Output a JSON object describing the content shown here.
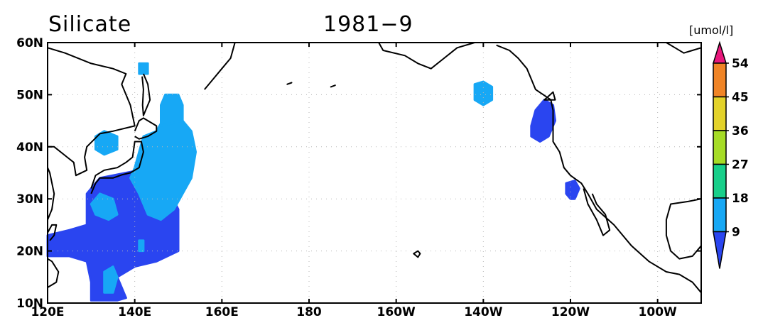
{
  "title": {
    "variable": "Silicate",
    "date": "1981−9"
  },
  "map": {
    "lon_range": [
      120,
      270
    ],
    "lat_range": [
      10,
      60
    ],
    "x_ticks": [
      {
        "value": 120,
        "label": "120E"
      },
      {
        "value": 140,
        "label": "140E"
      },
      {
        "value": 160,
        "label": "160E"
      },
      {
        "value": 180,
        "label": "180"
      },
      {
        "value": 200,
        "label": "160W"
      },
      {
        "value": 220,
        "label": "140W"
      },
      {
        "value": 240,
        "label": "120W"
      },
      {
        "value": 260,
        "label": "100W"
      }
    ],
    "y_ticks": [
      {
        "value": 10,
        "label": "10N"
      },
      {
        "value": 20,
        "label": "20N"
      },
      {
        "value": 30,
        "label": "30N"
      },
      {
        "value": 40,
        "label": "40N"
      },
      {
        "value": 50,
        "label": "50N"
      },
      {
        "value": 60,
        "label": "60N"
      }
    ],
    "grid": "dotted"
  },
  "colorbar": {
    "unit": "[umol/l]",
    "levels": [
      9,
      18,
      27,
      36,
      45,
      54
    ],
    "colors": [
      "#2a45f0",
      "#17a8f5",
      "#18cf8a",
      "#a6dc26",
      "#e3d22a",
      "#f08426",
      "#e8187c"
    ],
    "labels": [
      "9",
      "18",
      "27",
      "36",
      "45",
      "54"
    ]
  },
  "fields": [
    {
      "name": "dark-blue-west",
      "color": "#2a45f0",
      "points": [
        [
          132,
          34
        ],
        [
          138,
          35
        ],
        [
          144,
          36
        ],
        [
          147,
          33
        ],
        [
          150,
          28
        ],
        [
          150,
          20
        ],
        [
          145,
          18
        ],
        [
          140,
          17
        ],
        [
          136,
          15
        ],
        [
          138,
          11
        ],
        [
          136,
          10.5
        ],
        [
          130,
          10.5
        ],
        [
          130,
          14
        ],
        [
          129,
          18
        ],
        [
          125,
          19
        ],
        [
          120,
          19
        ],
        [
          120,
          23
        ],
        [
          125,
          24
        ],
        [
          129,
          25
        ],
        [
          129,
          31
        ]
      ]
    },
    {
      "name": "light-blue-japan",
      "color": "#17a8f5",
      "points": [
        [
          140,
          36
        ],
        [
          141,
          39
        ],
        [
          142,
          42
        ],
        [
          145,
          43
        ],
        [
          147,
          46
        ],
        [
          149,
          47
        ],
        [
          151,
          45
        ],
        [
          153,
          43
        ],
        [
          154,
          39
        ],
        [
          153,
          34
        ],
        [
          151,
          31
        ],
        [
          149,
          28
        ],
        [
          146,
          26
        ],
        [
          143,
          27
        ],
        [
          141,
          31
        ],
        [
          139,
          34
        ]
      ]
    },
    {
      "name": "light-blue-okhotsk",
      "color": "#17a8f5",
      "points": [
        [
          146,
          44
        ],
        [
          146,
          48
        ],
        [
          147,
          50
        ],
        [
          150,
          50
        ],
        [
          151,
          48
        ],
        [
          151,
          45
        ]
      ]
    },
    {
      "name": "light-blue-sakhalin",
      "color": "#17a8f5",
      "points": [
        [
          141,
          54
        ],
        [
          141,
          56
        ],
        [
          143,
          56
        ],
        [
          143,
          54
        ]
      ]
    },
    {
      "name": "light-blue-japan-sea",
      "color": "#17a8f5",
      "points": [
        [
          131,
          39.5
        ],
        [
          131,
          42
        ],
        [
          133,
          43
        ],
        [
          136,
          42
        ],
        [
          136,
          39.5
        ],
        [
          133,
          38.5
        ]
      ]
    },
    {
      "name": "light-blue-blob-1",
      "color": "#17a8f5",
      "points": [
        [
          130,
          29
        ],
        [
          131,
          27
        ],
        [
          134,
          26
        ],
        [
          136,
          27
        ],
        [
          135,
          30
        ],
        [
          132,
          31
        ]
      ]
    },
    {
      "name": "light-blue-blob-2",
      "color": "#17a8f5",
      "points": [
        [
          133,
          12
        ],
        [
          133,
          16
        ],
        [
          135,
          17
        ],
        [
          136,
          15
        ],
        [
          135,
          12
        ]
      ]
    },
    {
      "name": "light-blue-blob-3",
      "color": "#17a8f5",
      "points": [
        [
          141,
          20
        ],
        [
          141,
          22
        ],
        [
          142,
          22
        ],
        [
          142,
          20
        ]
      ]
    },
    {
      "name": "light-blue-gulf-alaska",
      "color": "#17a8f5",
      "points": [
        [
          218,
          49
        ],
        [
          218,
          52
        ],
        [
          220,
          52.5
        ],
        [
          222,
          51.5
        ],
        [
          222,
          49
        ],
        [
          220,
          48
        ]
      ]
    },
    {
      "name": "dark-blue-oregon",
      "color": "#2a45f0",
      "points": [
        [
          231,
          44
        ],
        [
          232,
          47
        ],
        [
          234,
          49
        ],
        [
          236,
          48
        ],
        [
          236.5,
          45
        ],
        [
          235,
          42
        ],
        [
          233,
          41
        ],
        [
          231,
          42
        ]
      ]
    },
    {
      "name": "dark-blue-california",
      "color": "#2a45f0",
      "points": [
        [
          239,
          31
        ],
        [
          239,
          33
        ],
        [
          241,
          33.5
        ],
        [
          242,
          32
        ],
        [
          241,
          30
        ],
        [
          240,
          30
        ]
      ]
    }
  ],
  "coastlines": [
    {
      "name": "asia",
      "points": [
        [
          120,
          59
        ],
        [
          124,
          58
        ],
        [
          130,
          56
        ],
        [
          135,
          55
        ],
        [
          138,
          54
        ],
        [
          137,
          52
        ],
        [
          139,
          48
        ],
        [
          140,
          44
        ],
        [
          135,
          43
        ],
        [
          132,
          42.5
        ],
        [
          129,
          40
        ],
        [
          128.5,
          38
        ],
        [
          129,
          35.5
        ],
        [
          126.5,
          34.5
        ],
        [
          126,
          37
        ],
        [
          124.5,
          38
        ],
        [
          121.5,
          40
        ],
        [
          120,
          40
        ]
      ]
    },
    {
      "name": "china-coast",
      "points": [
        [
          120,
          36
        ],
        [
          120.5,
          35
        ],
        [
          121.5,
          31
        ],
        [
          121,
          28
        ],
        [
          120,
          26
        ],
        [
          120,
          23
        ]
      ]
    },
    {
      "name": "kamchatka",
      "points": [
        [
          156,
          51
        ],
        [
          158,
          53
        ],
        [
          160,
          55
        ],
        [
          162,
          57
        ],
        [
          163,
          60
        ]
      ]
    },
    {
      "name": "honshu",
      "points": [
        [
          130,
          31
        ],
        [
          131,
          33
        ],
        [
          132,
          34
        ],
        [
          135,
          34
        ],
        [
          137,
          34.6
        ],
        [
          139,
          35
        ],
        [
          141,
          36
        ],
        [
          142,
          39
        ],
        [
          141.5,
          41
        ],
        [
          140,
          41
        ],
        [
          139.5,
          38
        ],
        [
          138,
          37
        ],
        [
          136,
          36
        ],
        [
          133,
          35.5
        ],
        [
          131,
          34.5
        ],
        [
          130,
          32
        ]
      ]
    },
    {
      "name": "hokkaido",
      "points": [
        [
          140,
          42
        ],
        [
          141,
          41.5
        ],
        [
          143,
          42
        ],
        [
          145,
          43
        ],
        [
          145,
          44
        ],
        [
          142,
          45.5
        ],
        [
          141,
          45
        ],
        [
          140,
          43
        ]
      ]
    },
    {
      "name": "sakhalin",
      "points": [
        [
          142,
          54
        ],
        [
          143,
          52
        ],
        [
          143.5,
          49
        ],
        [
          142,
          46
        ],
        [
          141.8,
          48
        ],
        [
          142,
          51
        ],
        [
          141.7,
          53.5
        ]
      ]
    },
    {
      "name": "taiwan",
      "points": [
        [
          120.5,
          22
        ],
        [
          121.5,
          23
        ],
        [
          122,
          25
        ],
        [
          121,
          25
        ],
        [
          120,
          23.5
        ]
      ]
    },
    {
      "name": "philippines",
      "points": [
        [
          120,
          18.5
        ],
        [
          121,
          18
        ],
        [
          122.5,
          16
        ],
        [
          122,
          14
        ],
        [
          120,
          13
        ]
      ]
    },
    {
      "name": "alaska",
      "points": [
        [
          196,
          60
        ],
        [
          197,
          58.5
        ],
        [
          202,
          57.5
        ],
        [
          205,
          56
        ],
        [
          208,
          55
        ],
        [
          211,
          57
        ],
        [
          214,
          59
        ],
        [
          218,
          60
        ]
      ]
    },
    {
      "name": "north-america-west",
      "points": [
        [
          223,
          59.5
        ],
        [
          226,
          58.5
        ],
        [
          228,
          57
        ],
        [
          230,
          55
        ],
        [
          231,
          53
        ],
        [
          232,
          51
        ],
        [
          235.5,
          49
        ],
        [
          236,
          47
        ],
        [
          236,
          44
        ],
        [
          236,
          41
        ],
        [
          237.5,
          39
        ],
        [
          238.5,
          36
        ],
        [
          240,
          34.5
        ],
        [
          242.5,
          33
        ],
        [
          244,
          31
        ],
        [
          246,
          28
        ],
        [
          250,
          25
        ],
        [
          252,
          23
        ],
        [
          254,
          21
        ],
        [
          256,
          19.5
        ],
        [
          258,
          18
        ],
        [
          262,
          16
        ],
        [
          265,
          15.5
        ],
        [
          268,
          14
        ],
        [
          270,
          12
        ]
      ]
    },
    {
      "name": "baja-california",
      "points": [
        [
          243,
          32
        ],
        [
          244,
          29
        ],
        [
          246,
          26
        ],
        [
          247.5,
          23
        ],
        [
          249,
          24
        ],
        [
          248,
          27
        ],
        [
          246,
          29
        ],
        [
          245,
          31
        ]
      ]
    },
    {
      "name": "gulf-of-mexico",
      "points": [
        [
          270,
          30
        ],
        [
          267,
          29.5
        ],
        [
          263,
          29
        ],
        [
          262,
          26
        ],
        [
          262,
          23
        ],
        [
          263,
          20
        ],
        [
          265,
          18.5
        ],
        [
          268,
          19
        ],
        [
          270,
          21
        ]
      ]
    },
    {
      "name": "canada-north",
      "points": [
        [
          262,
          60
        ],
        [
          264,
          59
        ],
        [
          266,
          58
        ],
        [
          268,
          58.5
        ],
        [
          270,
          59
        ]
      ]
    }
  ],
  "islands": [
    {
      "name": "hawaii",
      "points": [
        [
          204,
          19.5
        ],
        [
          205,
          20
        ],
        [
          205.5,
          19.5
        ],
        [
          205,
          18.8
        ]
      ]
    },
    {
      "name": "kuril-aleutian-1",
      "points": [
        [
          175,
          52
        ],
        [
          176,
          52.3
        ]
      ]
    },
    {
      "name": "aleutian-2",
      "points": [
        [
          185,
          51.5
        ],
        [
          186,
          51.8
        ]
      ]
    },
    {
      "name": "vancouver",
      "points": [
        [
          234,
          49
        ],
        [
          236,
          50.5
        ],
        [
          236.5,
          49
        ]
      ]
    }
  ]
}
